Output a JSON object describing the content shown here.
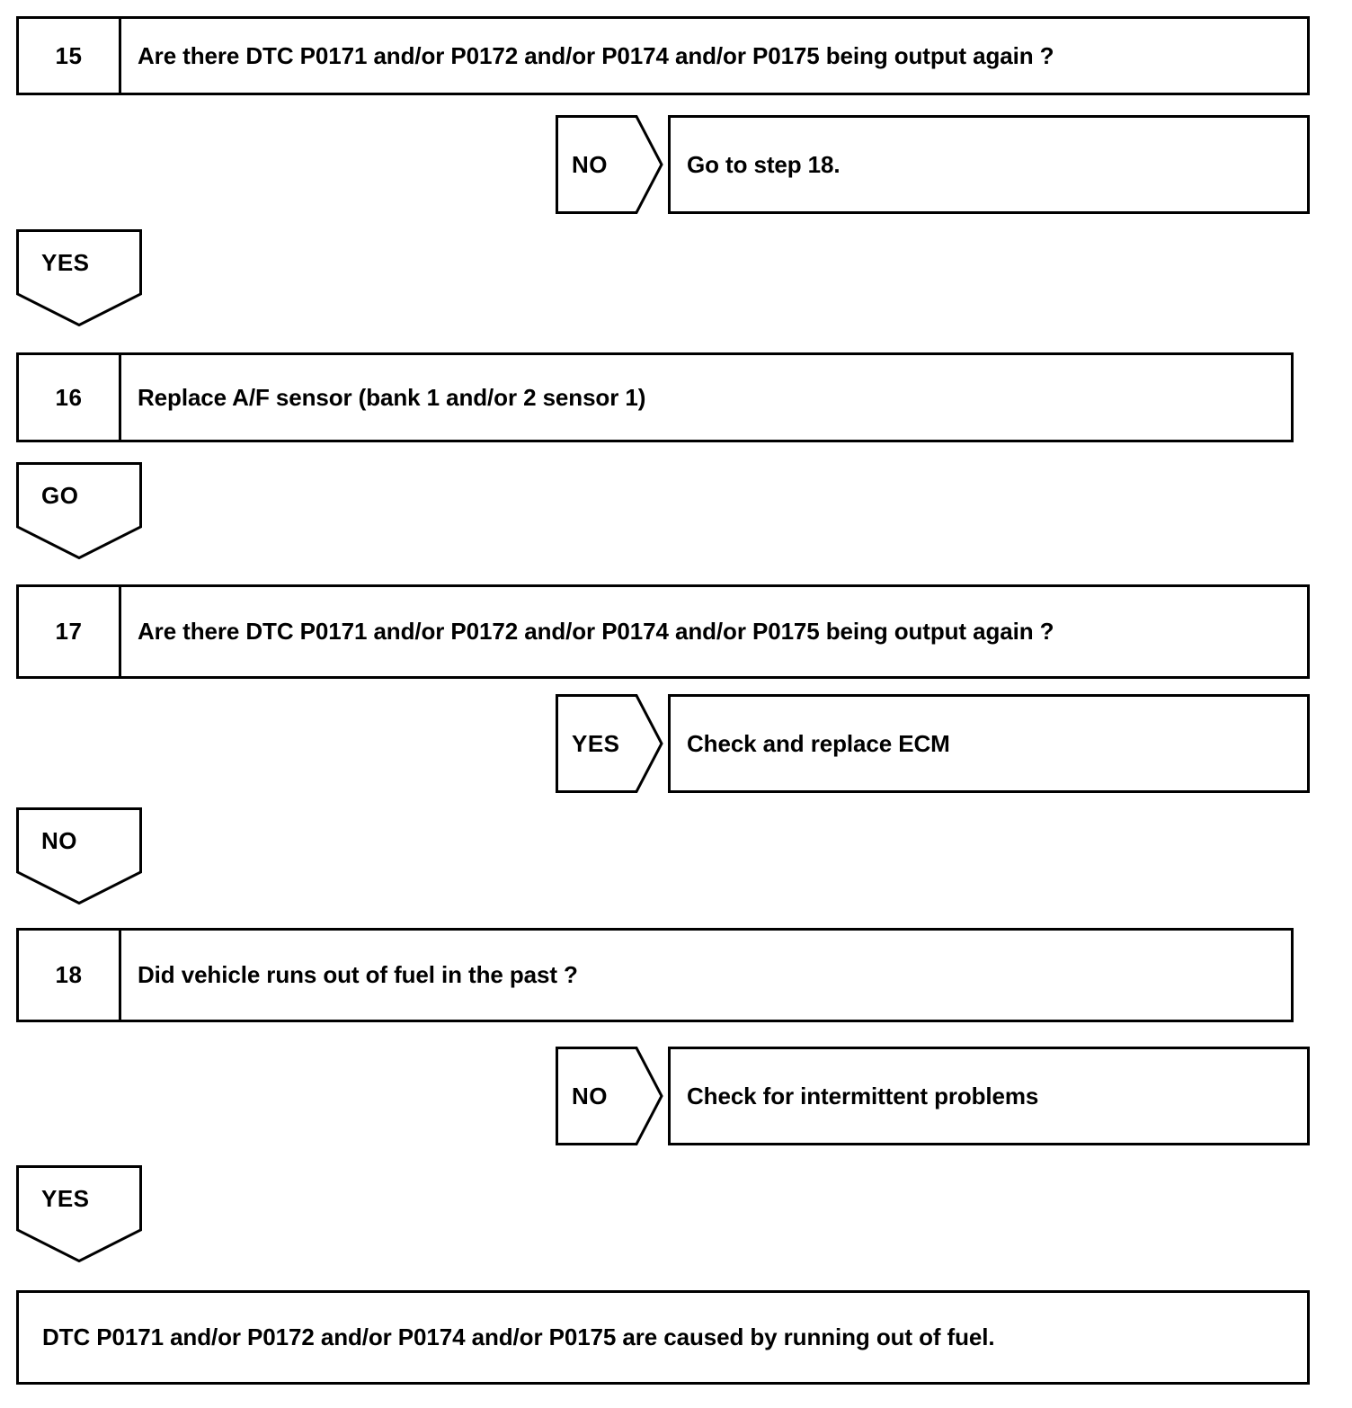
{
  "document": {
    "title": "Troubleshooting flowchart steps 15-18",
    "line_color": "#000000",
    "background_color": "#ffffff",
    "text_color": "#000000"
  },
  "steps": [
    {
      "number": "15",
      "text": "Are there DTC P0171 and/or P0172 and/or P0174 and/or P0175 being output again ?"
    },
    {
      "number": "16",
      "text": "Replace A/F sensor (bank 1 and/or 2 sensor 1)"
    },
    {
      "number": "17",
      "text": "Are there DTC P0171 and/or P0172 and/or P0174 and/or P0175 being output again ?"
    },
    {
      "number": "18",
      "text": "Did vehicle runs out of fuel in the past ?"
    }
  ],
  "branches": [
    {
      "tag": "NO",
      "text": "Go to step 18."
    },
    {
      "tag": "YES",
      "text": "Check and replace ECM"
    },
    {
      "tag": "NO",
      "text": "Check for intermittent problems"
    }
  ],
  "connectors": [
    {
      "label": "YES"
    },
    {
      "label": "GO"
    },
    {
      "label": "NO"
    },
    {
      "label": "YES"
    }
  ],
  "conclusion": {
    "text": "DTC P0171 and/or P0172 and/or P0174 and/or P0175 are caused by running out of fuel."
  }
}
